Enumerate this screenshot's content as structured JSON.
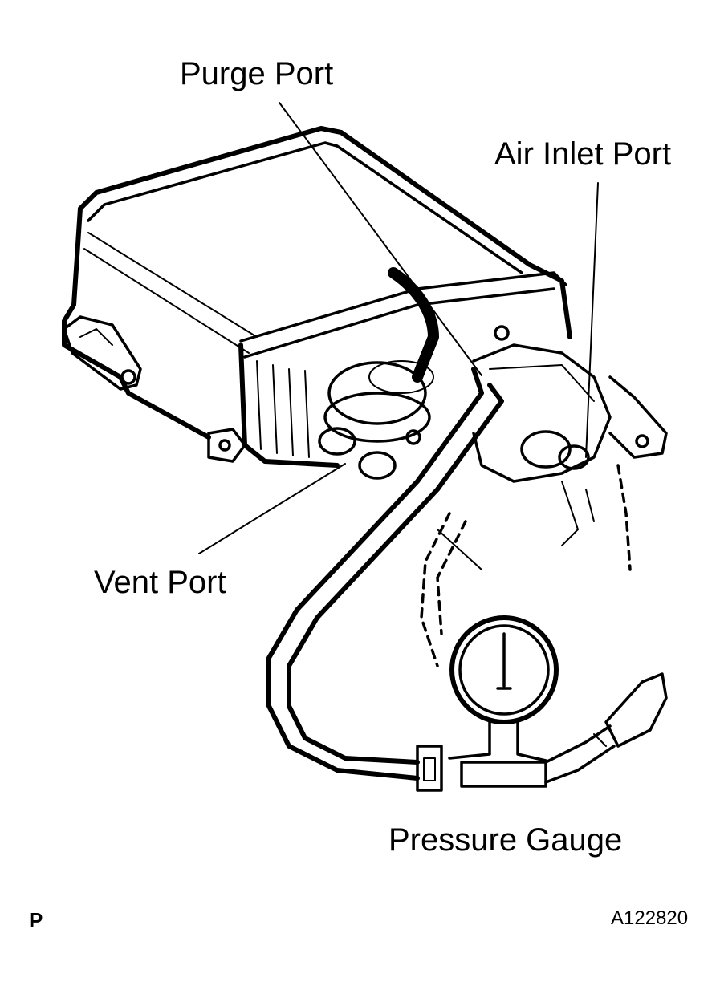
{
  "labels": {
    "purge_port": "Purge Port",
    "air_inlet_port": "Air Inlet Port",
    "vent_port": "Vent Port",
    "pressure_gauge": "Pressure Gauge"
  },
  "figure_id": "A122820",
  "corner_mark": "P"
}
